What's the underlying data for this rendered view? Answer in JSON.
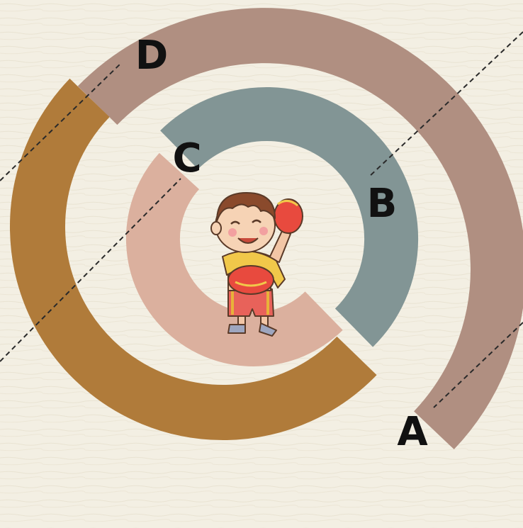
{
  "diagram": {
    "rings": [
      {
        "id": "A",
        "label": "A",
        "color": "#b08f81"
      },
      {
        "id": "B",
        "label": "B",
        "color": "#829595"
      },
      {
        "id": "C",
        "label": "C",
        "color": "#dbb09e"
      },
      {
        "id": "D",
        "label": "D",
        "color": "#b07b3a"
      }
    ],
    "background_color": "#f3efe3",
    "center_icon": "boxer-child-icon"
  }
}
